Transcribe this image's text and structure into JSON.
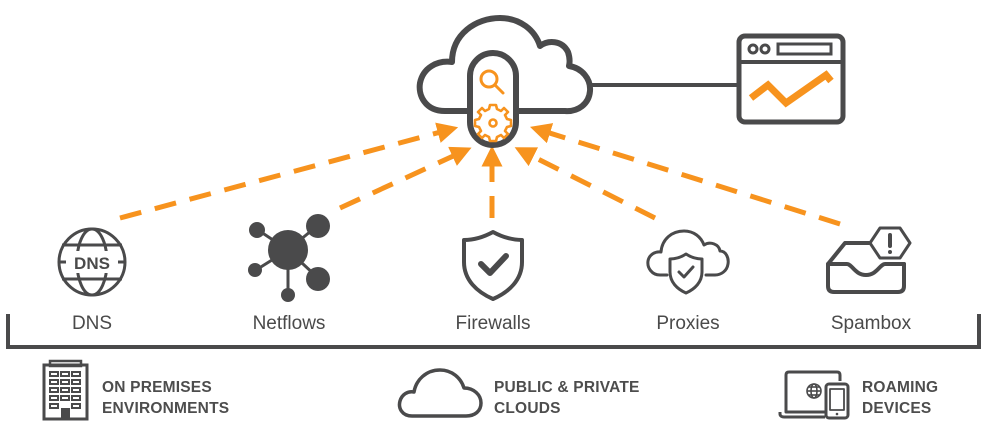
{
  "colors": {
    "accent": "#f7931e",
    "stroke": "#4a4a4b",
    "background": "#ffffff"
  },
  "hub": {
    "name": "cloud-analytics-engine",
    "icons": [
      "search-icon",
      "gear-icon"
    ]
  },
  "dashboard": {
    "icon": "browser-chart-icon"
  },
  "sources": [
    {
      "label": "DNS",
      "icon": "dns-globe-icon"
    },
    {
      "label": "Netflows",
      "icon": "network-nodes-icon"
    },
    {
      "label": "Firewalls",
      "icon": "shield-check-icon"
    },
    {
      "label": "Proxies",
      "icon": "cloud-shield-icon"
    },
    {
      "label": "Spambox",
      "icon": "inbox-alert-icon"
    }
  ],
  "dns_glyph_text": "DNS",
  "environments": [
    {
      "line1": "ON PREMISES",
      "line2": "ENVIRONMENTS",
      "icon": "building-icon"
    },
    {
      "line1": "PUBLIC & PRIVATE",
      "line2": "CLOUDS",
      "icon": "cloud-icon"
    },
    {
      "line1": "ROAMING",
      "line2": "DEVICES",
      "icon": "laptop-phone-icon"
    }
  ]
}
